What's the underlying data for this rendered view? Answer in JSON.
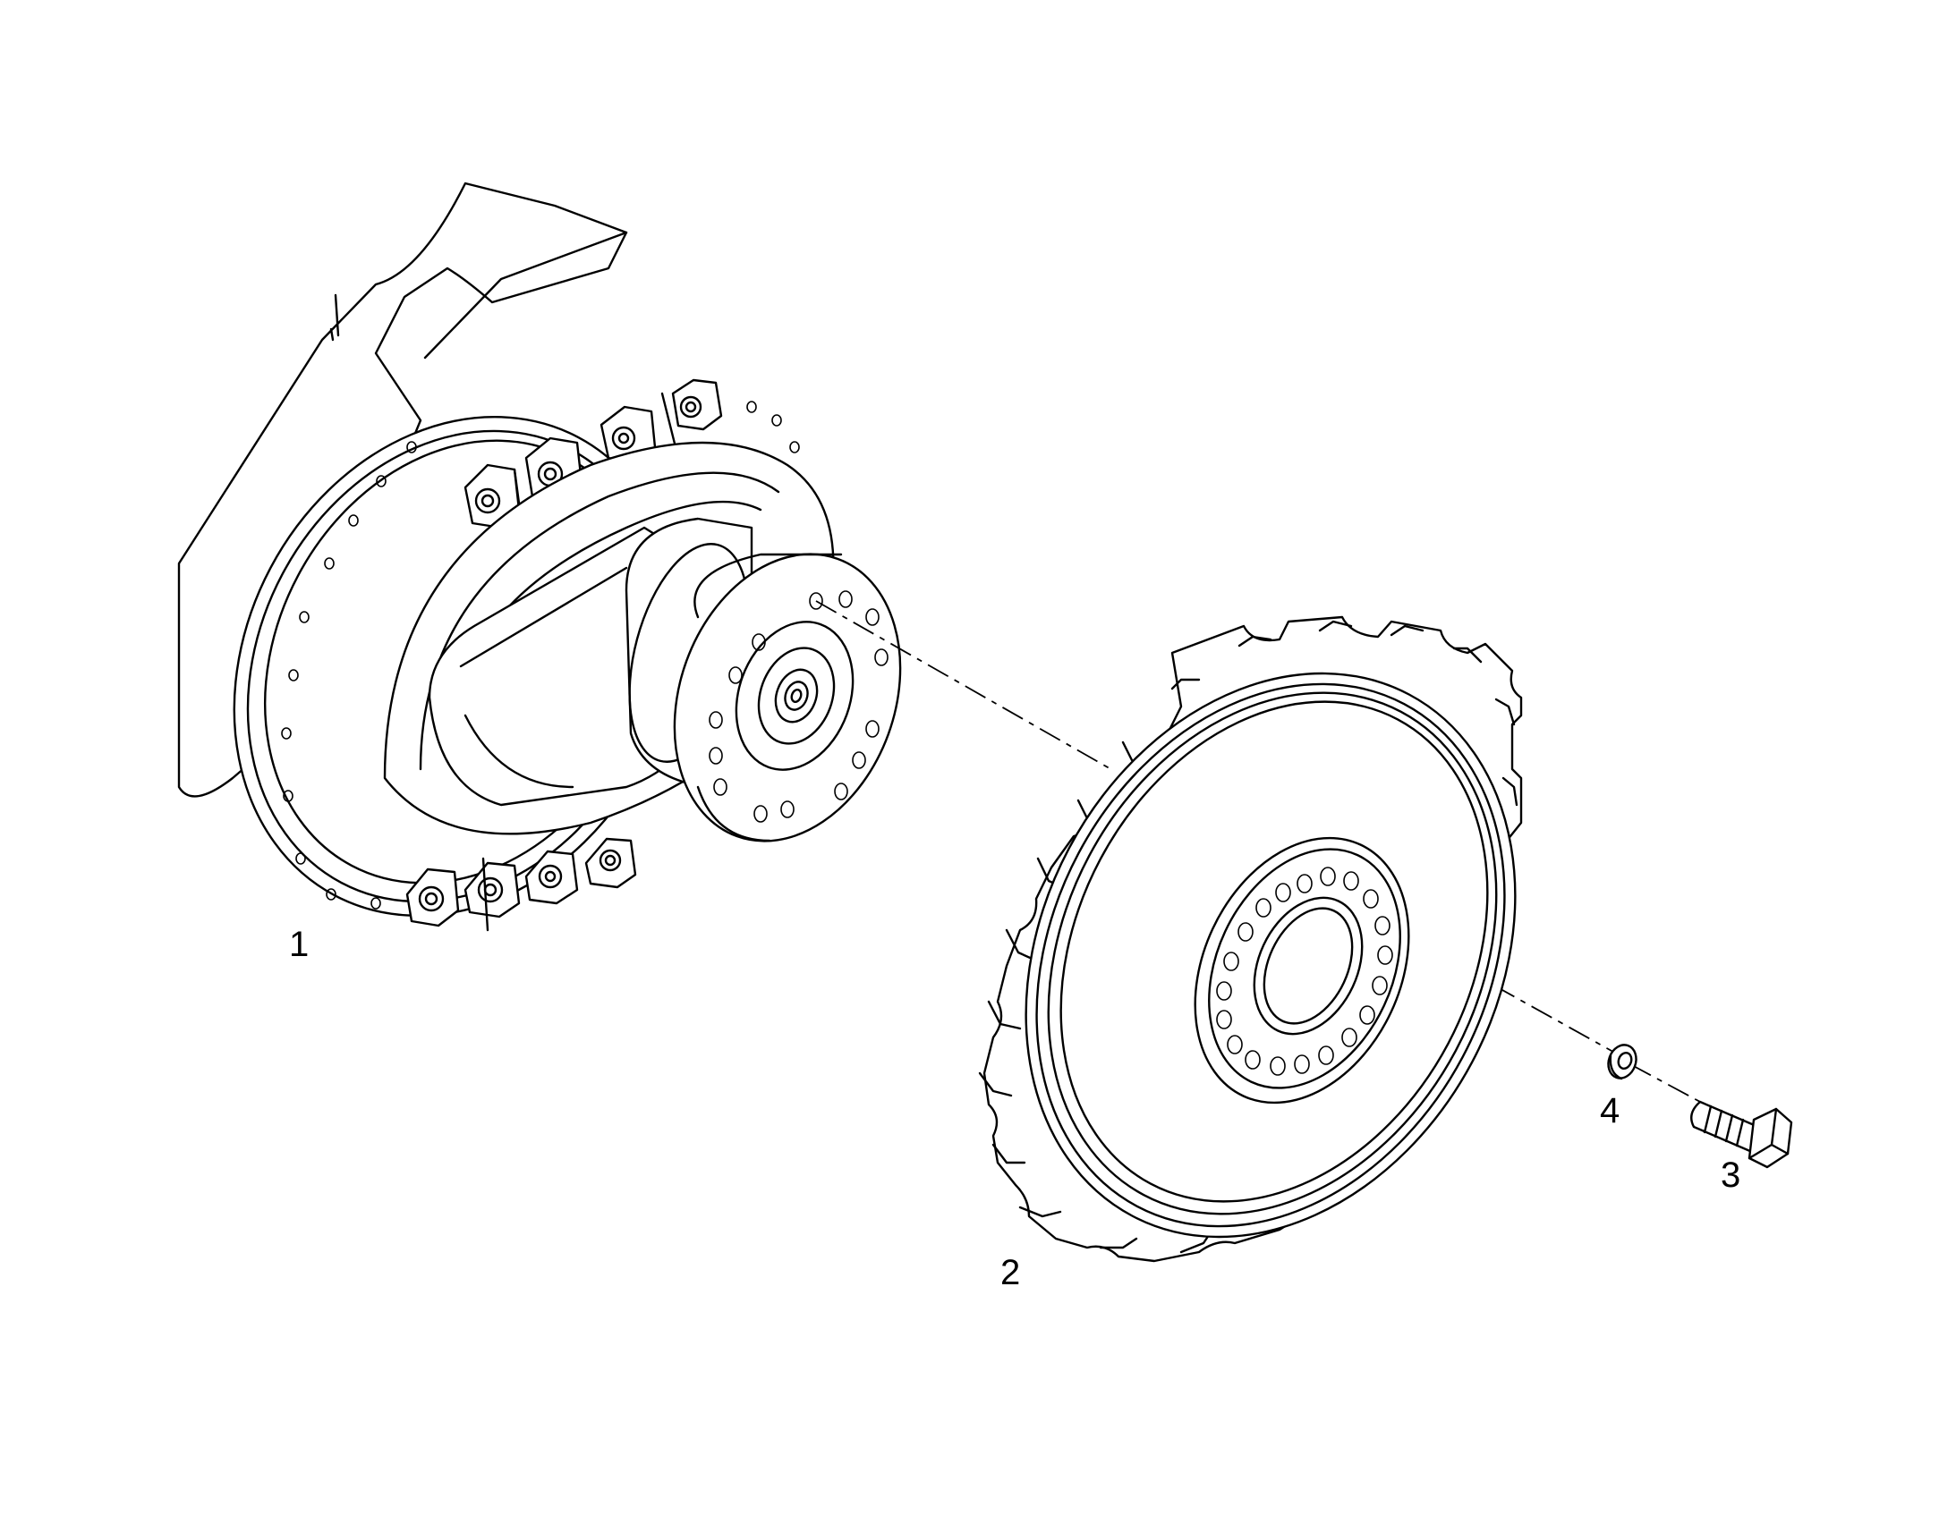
{
  "diagram": {
    "type": "exploded-parts-view",
    "callouts": [
      {
        "id": "1",
        "label": "1",
        "part": "final-drive"
      },
      {
        "id": "2",
        "label": "2",
        "part": "sprocket"
      },
      {
        "id": "3",
        "label": "3",
        "part": "bolt"
      },
      {
        "id": "4",
        "label": "4",
        "part": "washer"
      }
    ]
  }
}
